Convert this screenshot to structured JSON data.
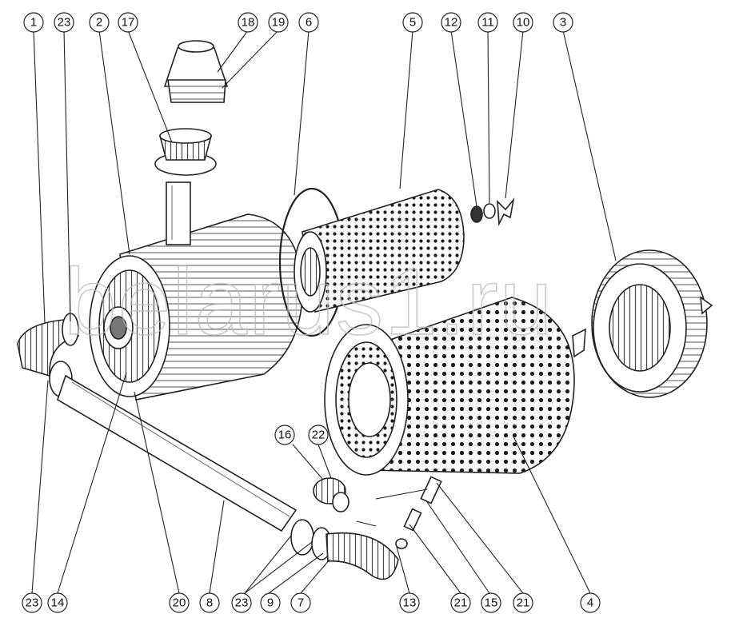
{
  "watermark": "belarus1.ru",
  "callouts": [
    {
      "id": "c1-top",
      "label": "1"
    },
    {
      "id": "c23-top",
      "label": "23"
    },
    {
      "id": "c2",
      "label": "2"
    },
    {
      "id": "c17",
      "label": "17"
    },
    {
      "id": "c18",
      "label": "18"
    },
    {
      "id": "c19",
      "label": "19"
    },
    {
      "id": "c6",
      "label": "6"
    },
    {
      "id": "c5",
      "label": "5"
    },
    {
      "id": "c12",
      "label": "12"
    },
    {
      "id": "c11",
      "label": "11"
    },
    {
      "id": "c10",
      "label": "10"
    },
    {
      "id": "c3",
      "label": "3"
    },
    {
      "id": "c16",
      "label": "16"
    },
    {
      "id": "c22",
      "label": "22"
    },
    {
      "id": "c23-bl",
      "label": "23"
    },
    {
      "id": "c14",
      "label": "14"
    },
    {
      "id": "c20",
      "label": "20"
    },
    {
      "id": "c8",
      "label": "8"
    },
    {
      "id": "c23-bm",
      "label": "23"
    },
    {
      "id": "c9",
      "label": "9"
    },
    {
      "id": "c7",
      "label": "7"
    },
    {
      "id": "c13",
      "label": "13"
    },
    {
      "id": "c21-a",
      "label": "21"
    },
    {
      "id": "c15",
      "label": "15"
    },
    {
      "id": "c21-b",
      "label": "21"
    },
    {
      "id": "c4",
      "label": "4"
    }
  ]
}
